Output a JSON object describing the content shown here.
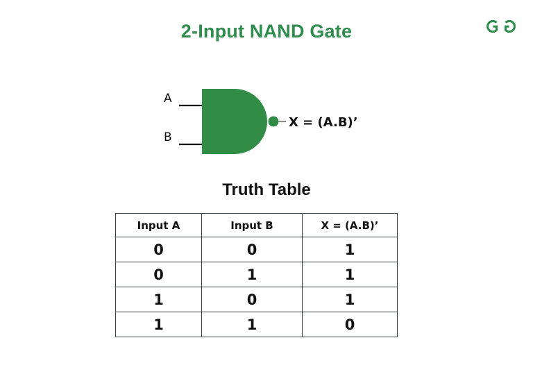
{
  "page": {
    "background_color": "#ffffff",
    "accent_green": "#2f8d4e",
    "gate_fill_color": "#318d46",
    "text_color": "#111111",
    "table_border_color": "#3a3f45"
  },
  "brand": {
    "logo_name": "geeksforgeeks-logo",
    "logo_color": "#2f8d4e"
  },
  "header": {
    "title": "2-Input NAND Gate"
  },
  "diagram": {
    "name": "nand-gate-diagram",
    "gate_type": "NAND",
    "input_a_label": "A",
    "input_b_label": "B",
    "output_label": "X = (A.B)’",
    "bubble_name": "inversion-bubble"
  },
  "truth_table": {
    "heading": "Truth Table",
    "columns": [
      "Input A",
      "Input B",
      "X = (A.B)’"
    ],
    "rows": [
      [
        "0",
        "0",
        "1"
      ],
      [
        "0",
        "1",
        "1"
      ],
      [
        "1",
        "0",
        "1"
      ],
      [
        "1",
        "1",
        "0"
      ]
    ]
  },
  "chart_data": {
    "type": "table",
    "title": "Truth Table",
    "columns": [
      "Input A",
      "Input B",
      "X = (A.B)’"
    ],
    "rows": [
      [
        "0",
        "0",
        "1"
      ],
      [
        "0",
        "1",
        "1"
      ],
      [
        "1",
        "0",
        "1"
      ],
      [
        "1",
        "1",
        "0"
      ]
    ]
  }
}
